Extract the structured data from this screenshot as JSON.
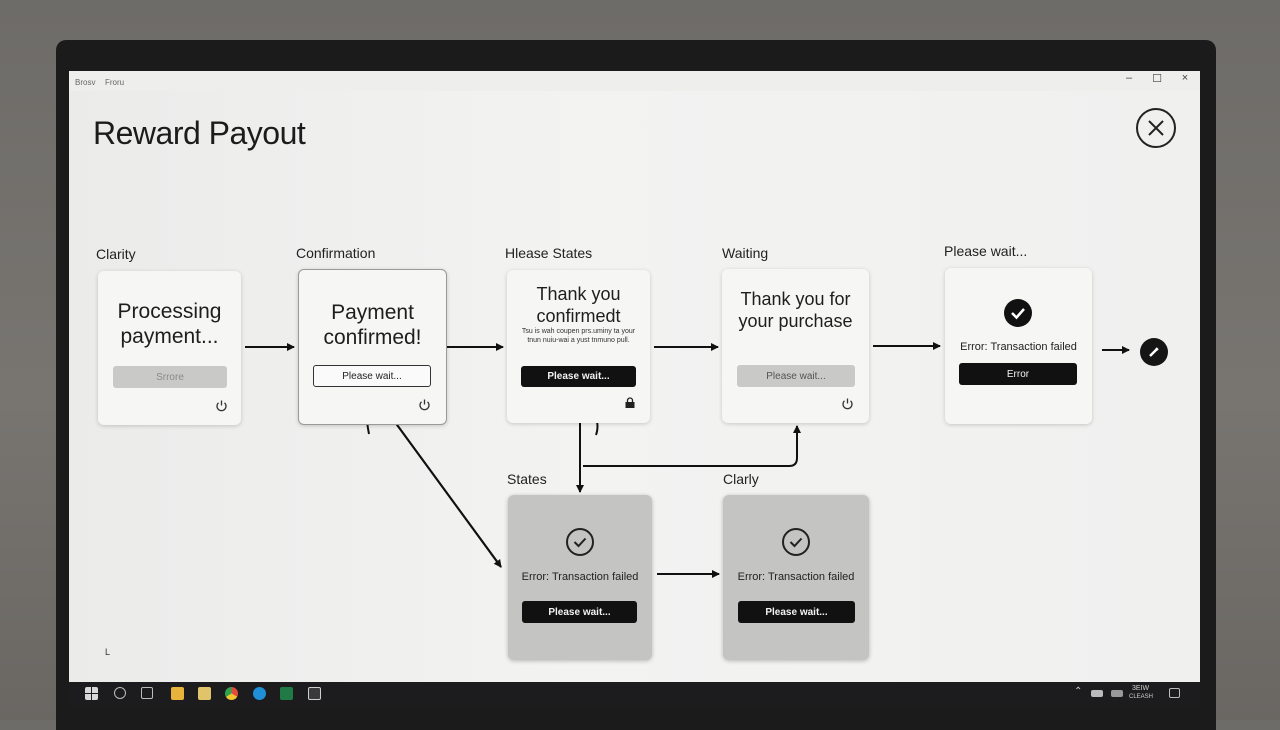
{
  "window": {
    "title": "Brosv",
    "menu": "Froru",
    "min_glyph": "–",
    "max_glyph": "☐",
    "close_glyph": "×"
  },
  "page": {
    "title": "Reward Payout"
  },
  "flow": {
    "step1": {
      "label": "Clarity",
      "heading": "Processing payment...",
      "button": "Srrore"
    },
    "step2": {
      "label": "Confirmation",
      "heading": "Payment confirmed!",
      "button": "Please wait..."
    },
    "step3": {
      "label": "Hlease States",
      "heading": "Thank you confirmedt",
      "body": "Tsu is wah coupen prs.uminy ta your tnun nuiu-wai a yust tnmuno pull.",
      "button": "Please wait..."
    },
    "step4": {
      "label": "Waiting",
      "heading": "Thank you for your purchase",
      "button": "Please wait..."
    },
    "step5": {
      "label": "Please wait...",
      "message": "Error: Transaction failed",
      "button": "Error"
    },
    "state_a": {
      "label": "States",
      "message": "Error: Transaction failed",
      "button": "Please wait..."
    },
    "state_b": {
      "label": "Clarly",
      "message": "Error: Transaction failed",
      "button": "Please wait..."
    }
  },
  "screen_corner_mark": "L",
  "taskbar": {
    "clock_time": "3EIW",
    "clock_date": "CLEASH"
  },
  "icons": {
    "close": "close-icon",
    "check": "checkmark-icon",
    "power": "power-icon",
    "lock": "lock-icon",
    "end": "pencil-icon"
  },
  "colors": {
    "accent_dark": "#111111",
    "card_grey": "#c4c4c2",
    "button_disabled": "#c9c9c8"
  }
}
